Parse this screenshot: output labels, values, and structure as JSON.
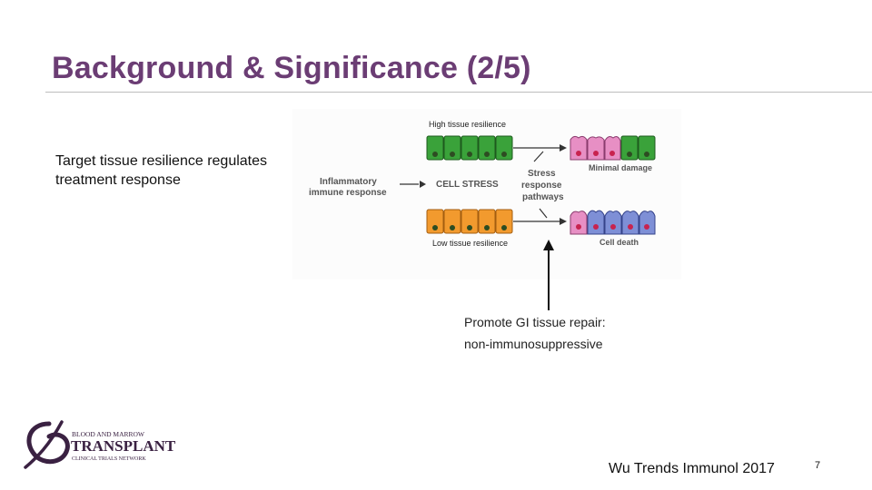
{
  "slide": {
    "title": "Background & Significance (2/5)",
    "left_text": "Target tissue resilience regulates treatment response",
    "callout_line1": "Promote GI tissue repair:",
    "callout_line2": "non-immunosuppressive",
    "citation": "Wu Trends Immunol 2017",
    "page_number": "7"
  },
  "figure": {
    "high_label": "High tissue resilience",
    "low_label": "Low tissue resilience",
    "inflammatory_line1": "Inflammatory",
    "inflammatory_line2": "immune response",
    "cell_stress": "CELL STRESS",
    "stress_line1": "Stress",
    "stress_line2": "response",
    "stress_line3": "pathways",
    "minimal_damage": "Minimal damage",
    "cell_death": "Cell death",
    "colors": {
      "green_cell": "#3aa23a",
      "orange_cell": "#f29a2e",
      "pink_cell": "#e78fc4",
      "blue_cell": "#7e8fd6",
      "nucleus_dark": "#2d4c22",
      "nucleus_red": "#c8234f"
    }
  },
  "logo": {
    "line1": "BLOOD AND MARROW",
    "line2": "TRANSPLANT",
    "line3": "CLINICAL TRIALS NETWORK"
  }
}
